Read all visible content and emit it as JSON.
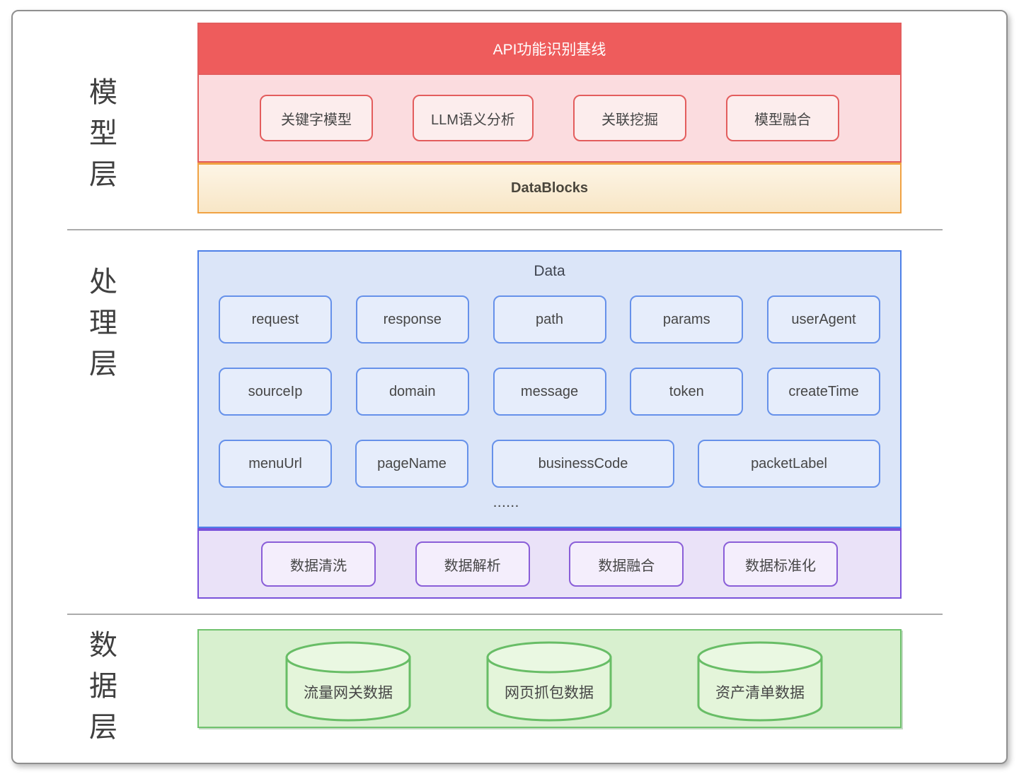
{
  "colors": {
    "red-header": "#ee5c5c",
    "red-border": "#e35d5d",
    "pink-fill": "#fbdcdf",
    "pink-box-fill": "#fceded",
    "orange-border": "#f0a243",
    "orange-fill-top": "#fdf5e6",
    "orange-fill-bottom": "#f8e6c6",
    "blue-border": "#4e80e8",
    "blue-fill": "#dbe5f8",
    "blue-box-fill": "#e6edfb",
    "blue-box-border": "#6691ea",
    "purple-border": "#7a52da",
    "purple-fill": "#eae2f8",
    "purple-box-fill": "#f4eefc",
    "purple-box-border": "#8a5ed8",
    "green-border": "#70c26e",
    "green-fill": "#d8f0cf",
    "cylinder-fill": "#e4f5da",
    "divider": "#ababab",
    "text-dark": "#3f3f3f",
    "text-box": "#464646",
    "header-text": "#ffffff"
  },
  "model_layer": {
    "label": "模型层",
    "header": "API功能识别基线",
    "models": [
      "关键字模型",
      "LLM语义分析",
      "关联挖掘",
      "模型融合"
    ],
    "datablocks_label": "DataBlocks"
  },
  "processing_layer": {
    "label": "处理层",
    "data_title": "Data",
    "field_rows": [
      [
        "request",
        "response",
        "path",
        "params",
        "userAgent"
      ],
      [
        "sourceIp",
        "domain",
        "message",
        "token",
        "createTime"
      ],
      [
        "menuUrl",
        "pageName",
        "businessCode",
        "packetLabel"
      ]
    ],
    "ellipsis": "......",
    "steps": [
      "数据清洗",
      "数据解析",
      "数据融合",
      "数据标准化"
    ]
  },
  "data_layer": {
    "label": "数据层",
    "databases": [
      "流量网关数据",
      "网页抓包数据",
      "资产清单数据"
    ]
  }
}
